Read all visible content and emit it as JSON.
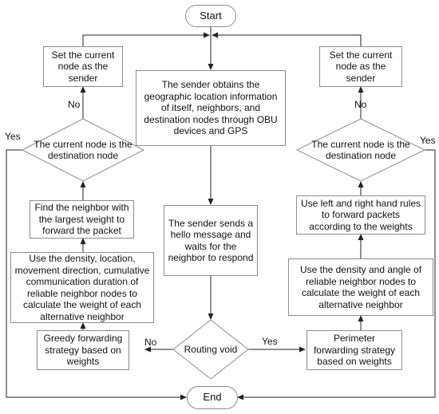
{
  "flowchart": {
    "start": "Start",
    "end": "End",
    "sender_obtains": "The sender obtains the geographic location information of itself, neighbors, and destination nodes through OBU devices and GPS",
    "sender_hello": "The sender sends a hello message and waits for the neighbor to respond",
    "routing_void": "Routing void",
    "left": {
      "set_sender": "Set the current node as the sender",
      "is_destination": "The current node is the destination node",
      "find_neighbor": "Find the neighbor with the largest weight to forward the packet",
      "calc_weight": "Use the density,  location, movement direction, cumulative communication duration of reliable neighbor nodes to calculate the weight of each alternative neighbor",
      "greedy": "Greedy forwarding strategy based on weights"
    },
    "right": {
      "set_sender": "Set the current node as the sender",
      "is_destination": "The current node is the destination node",
      "hand_rules": "Use left and right hand rules to forward packets according to the weights",
      "calc_weight": "Use the density and angle of reliable neighbor nodes to calculate the weight of each alternative neighbor",
      "perimeter": "Perimeter forwarding strategy based on weights"
    },
    "labels": {
      "no_left_top": "No",
      "no_right_top": "No",
      "yes_left": "Yes",
      "yes_right": "Yes",
      "no_void": "No",
      "yes_void": "Yes"
    }
  }
}
